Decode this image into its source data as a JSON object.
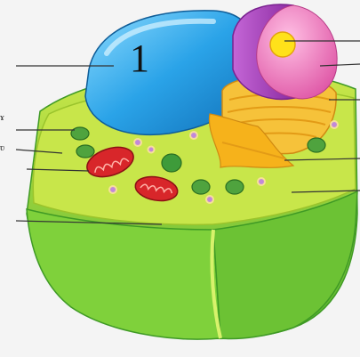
{
  "diagram": {
    "labels": {
      "vacuole_number": "1"
    },
    "edge_fragments": [
      "ɤ",
      "ʋ"
    ],
    "colors": {
      "vacuole": "#2aa3e8",
      "nucleus_envelope": "#b64fc8",
      "nucleolus": "#ffe11a",
      "cytoplasm": "#c8e64a",
      "cell_wall": "#7fd13b",
      "mitochondria": "#d8262a",
      "golgi": "#f6b21b",
      "chloroplast": "#3e9b3a",
      "ribosomes": "#c28ad8"
    }
  }
}
